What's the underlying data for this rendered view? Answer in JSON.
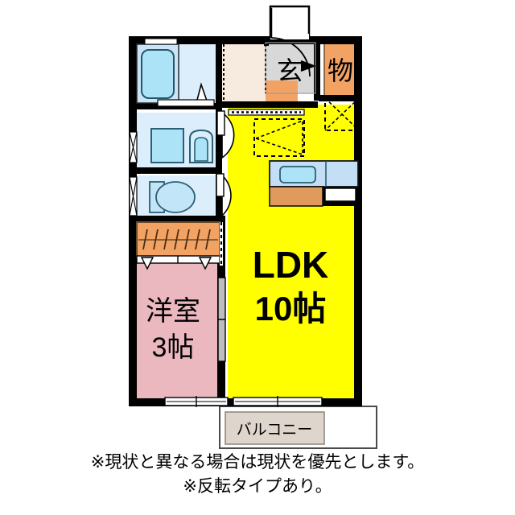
{
  "document": {
    "type": "japanese-apartment-floorplan",
    "title": "間取り図"
  },
  "rooms": [
    {
      "id": "ldk",
      "label_main": "LDK",
      "label_size": "10帖",
      "color": "#FFFF00",
      "name": "living-dining-kitchen"
    },
    {
      "id": "bedroom",
      "label_main": "洋室",
      "label_size": "3帖",
      "color": "#EBB8BF",
      "name": "western-style-bedroom"
    },
    {
      "id": "genkan",
      "label_main": "玄",
      "color": "#D8D8D8",
      "name": "entrance-hall"
    },
    {
      "id": "storage",
      "label_main": "物",
      "color": "#F2A364",
      "name": "storage-closet"
    },
    {
      "id": "balcony",
      "label_main": "バルコニー",
      "color": "#DED5CD",
      "name": "balcony"
    }
  ],
  "fixtures": {
    "bathtub": "bathtub",
    "washbasin": "wash-basin",
    "washing_machine": "washing-machine-space",
    "toilet": "toilet",
    "kitchen_sink": "kitchen-sink",
    "kitchen_counter": "kitchen-counter",
    "closet": "closet-with-hanger-rod",
    "refrigerator_space": "refrigerator-space",
    "washer_alcove": "appliance-space"
  },
  "colors": {
    "wall": "#000000",
    "ldk_yellow": "#FFFF00",
    "bedroom_pink": "#EBB8BF",
    "water_blue": "#D6EAFA",
    "water_blue_deep": "#AEE2F5",
    "genkan_gray": "#D8D8D8",
    "storage_orange": "#F2A364",
    "hall_cream": "#F7EADF",
    "balcony_beige": "#DED5CD",
    "outline": "#000000"
  },
  "footer": {
    "line1": "※現状と異なる場合は現状を優先とします。",
    "line2": "※反転タイプあり。"
  }
}
